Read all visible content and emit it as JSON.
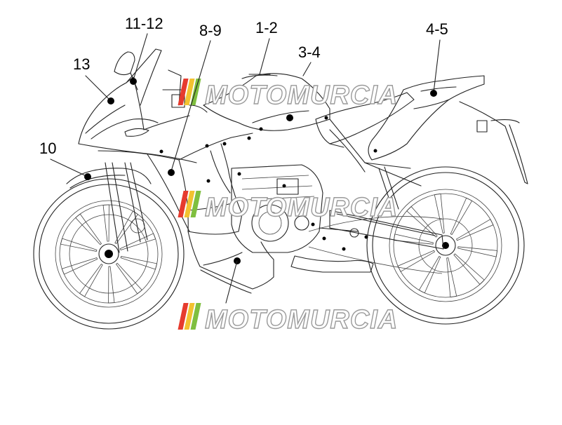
{
  "diagram": {
    "callouts": [
      {
        "id": "13",
        "label": "13"
      },
      {
        "id": "11-12",
        "label": "11-12"
      },
      {
        "id": "8-9",
        "label": "8-9"
      },
      {
        "id": "1-2",
        "label": "1-2"
      },
      {
        "id": "3-4",
        "label": "3-4"
      },
      {
        "id": "4-5",
        "label": "4-5"
      },
      {
        "id": "10",
        "label": "10"
      }
    ]
  },
  "watermark": {
    "text": "MOTOMURCIA",
    "stripe_colors": [
      "#e63b2e",
      "#f2c230",
      "#7fbf3f"
    ]
  }
}
